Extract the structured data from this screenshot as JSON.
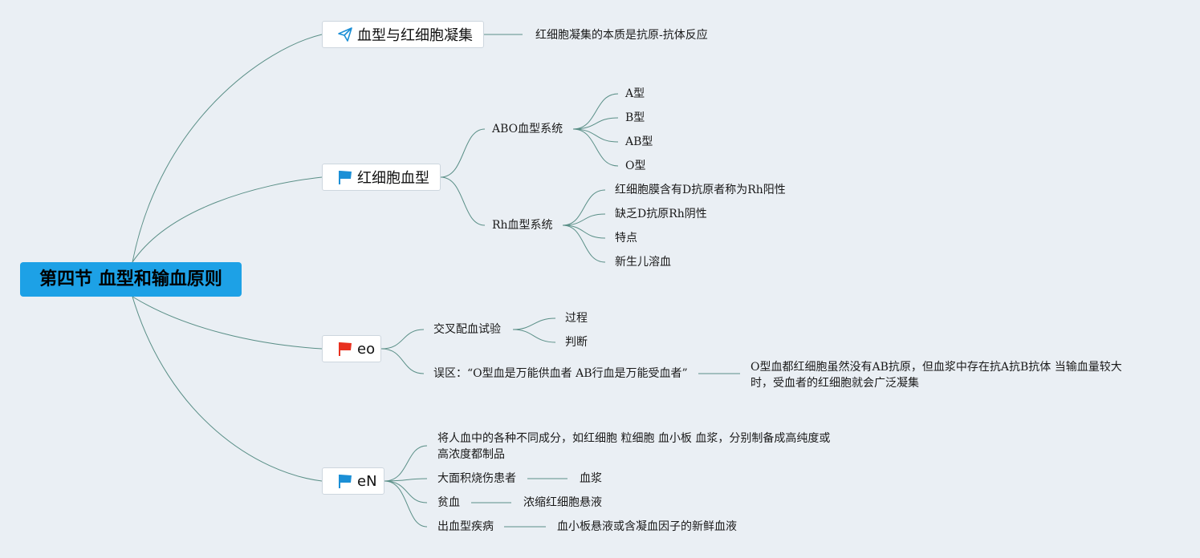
{
  "root": {
    "label": "第四节 血型和输血原则"
  },
  "branches": {
    "b1": {
      "label": "血型与红细胞凝集",
      "icon": "paper-plane-icon",
      "child": "红细胞凝集的本质是抗原-抗体反应"
    },
    "b2": {
      "label": "红细胞血型",
      "icon": "blue-flag-icon",
      "abo": {
        "label": "ABO血型系统",
        "items": [
          "A型",
          "B型",
          "AB型",
          "O型"
        ]
      },
      "rh": {
        "label": "Rh血型系统",
        "items": [
          "红细胞膜含有D抗原者称为Rh阳性",
          "缺乏D抗原Rh阴性",
          "特点",
          "新生儿溶血"
        ]
      }
    },
    "b3": {
      "label": "eo",
      "icon": "red-flag-icon",
      "cross": {
        "label": "交叉配血试验",
        "items": [
          "过程",
          "判断"
        ]
      },
      "myth": {
        "label": "误区：“O型血是万能供血者 AB行血是万能受血者”",
        "explain": "O型血都红细胞虽然没有AB抗原，但血浆中存在抗A抗B抗体 当输血量较大时，受血者的红细胞就会广泛凝集"
      }
    },
    "b4": {
      "label": "eN",
      "icon": "blue-flag-icon",
      "components": "将人血中的各种不同成分，如红细胞 粒细胞 血小板 血浆，分别制备成高纯度或高浓度都制品",
      "burn": {
        "label": "大面积烧伤患者",
        "value": "血浆"
      },
      "anemia": {
        "label": "贫血",
        "value": "浓缩红细胞悬液"
      },
      "bleeding": {
        "label": "出血型疾病",
        "value": "血小板悬液或含凝血因子的新鲜血液"
      }
    }
  },
  "colors": {
    "background": "#eaeff4",
    "root": "#1da1e6",
    "connector": "#5a8f87",
    "flag_blue": "#1b8fd6",
    "flag_red": "#e8301f"
  }
}
